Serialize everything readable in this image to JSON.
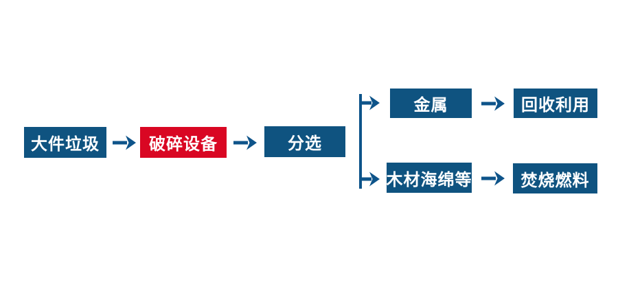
{
  "diagram": {
    "title": "bulky-waste-processing-flowchart",
    "colors": {
      "node_blue": "#0f5380",
      "node_red": "#d90723",
      "arrow_blue": "#0e548a",
      "node_text": "#ffffff",
      "background": "#ffffff"
    },
    "icons": {
      "arrow_right": "→"
    },
    "nodes": {
      "bulky_waste": {
        "label": "大件垃圾",
        "color": "blue"
      },
      "crushing_equipment": {
        "label": "破碎设备",
        "color": "red"
      },
      "sorting": {
        "label": "分选",
        "color": "blue"
      },
      "metal": {
        "label": "金属",
        "color": "blue"
      },
      "recycling": {
        "label": "回收利用",
        "color": "blue"
      },
      "wood_sponge": {
        "label": "木材海绵等",
        "color": "blue"
      },
      "incineration_fuel": {
        "label": "焚烧燃料",
        "color": "blue"
      }
    },
    "edges": [
      {
        "from": "大件垃圾",
        "to": "破碎设备"
      },
      {
        "from": "破碎设备",
        "to": "分选"
      },
      {
        "from": "分选",
        "to": "金属"
      },
      {
        "from": "分选",
        "to": "木材海绵等"
      },
      {
        "from": "金属",
        "to": "回收利用"
      },
      {
        "from": "木材海绵等",
        "to": "焚烧燃料"
      }
    ]
  }
}
